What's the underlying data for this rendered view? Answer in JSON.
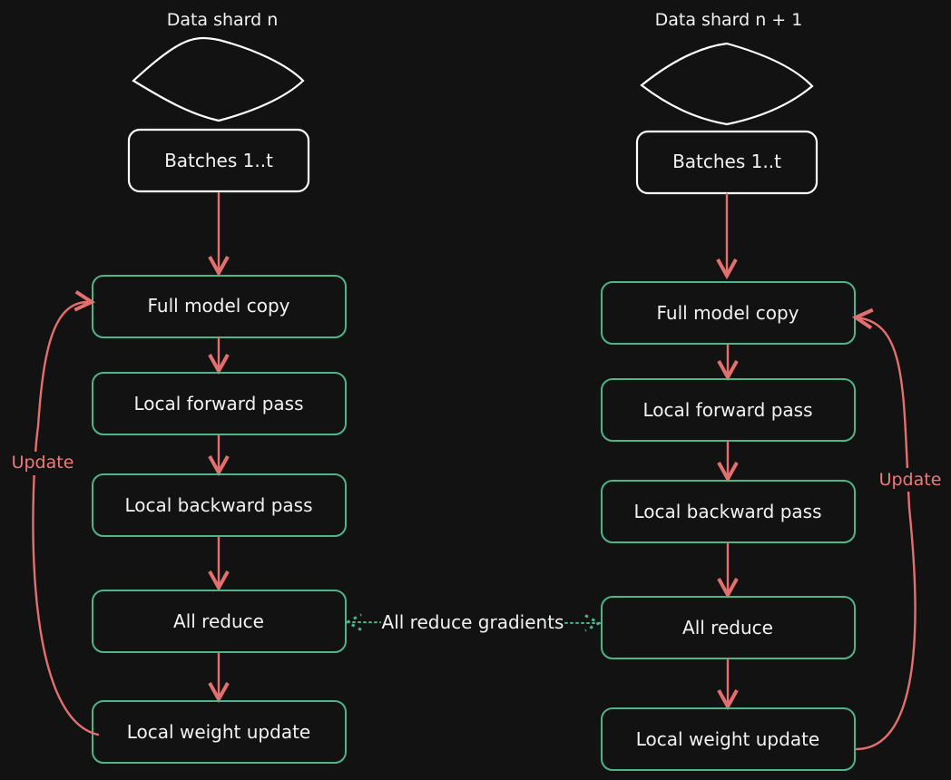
{
  "left_column": {
    "shard_title": "Data shard n",
    "batches": "Batches 1..t",
    "full_model_copy": "Full model copy",
    "forward_pass": "Local forward pass",
    "backward_pass": "Local backward pass",
    "all_reduce": "All reduce",
    "weight_update": "Local weight update",
    "update_label": "Update"
  },
  "right_column": {
    "shard_title": "Data shard n + 1",
    "batches": "Batches 1..t",
    "full_model_copy": "Full model copy",
    "forward_pass": "Local forward pass",
    "backward_pass": "Local backward pass",
    "all_reduce": "All reduce",
    "weight_update": "Local weight update",
    "update_label": "Update"
  },
  "connector": {
    "all_reduce_gradients": "All reduce gradients"
  },
  "colors": {
    "background": "#121212",
    "white": "#ffffff",
    "green": "#4fb488",
    "red": "#e46f6f"
  }
}
